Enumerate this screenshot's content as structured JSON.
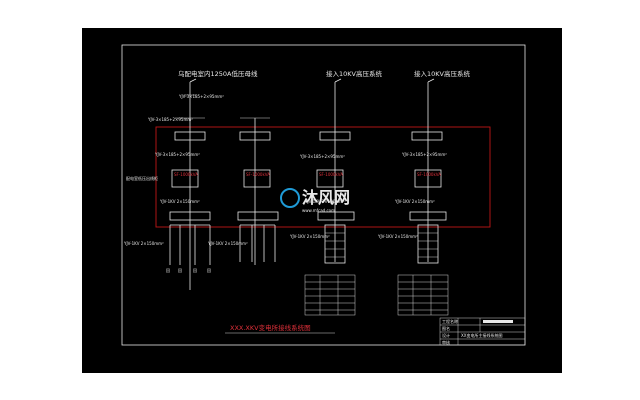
{
  "header": {
    "feeder_1": "乌配电室内1250A低压母线",
    "feeder_2": "接入10KV高压系统",
    "feeder_3": "接入10KV高压系统"
  },
  "cables": {
    "top_1": "YJV-3×185+2×95mm²",
    "top_2": "YJV-3×185+2×95mm²",
    "mid_1": "YJV-3×185+2×95mm²",
    "mid_2": "YJV-3×185+2×95mm²",
    "mid_3": "YJV-3×185+2×95mm²",
    "mid_4": "YJV-3×185+2×95mm²",
    "low_1": "YJV-1KV 2×150mm²",
    "low_2": "YJV-1KV 2×150mm²",
    "low_3": "YJV-1KV 2×150mm²",
    "low_4": "YJV-1KV 2×150mm²",
    "out_1": "YJV-1KV 2×150mm²",
    "out_2": "YJV-1KV 2×150mm²",
    "out_3": "YJV-1KV 2×150mm²",
    "out_4": "YJV-1KV 2×150mm²"
  },
  "side_note": "配电室低压出线柜",
  "breaker_labels": [
    "SF-1000kVA",
    "SF-1000kVA",
    "SF-1000kVA",
    "SF-1000kVA"
  ],
  "drawing_title": "XXX.XKV变电所接线系统图",
  "watermark": {
    "brand": "沐风网",
    "url": "www.mfcad.com"
  },
  "title_block": {
    "rows": [
      "工程名称",
      "图名",
      "设计",
      "审核"
    ],
    "drawing_name": "XX变电所主接线系统图"
  },
  "colors": {
    "background": "#000000",
    "frame": "#e8e8e8",
    "highlight": "#c01818",
    "breaker": "#e0303a"
  }
}
